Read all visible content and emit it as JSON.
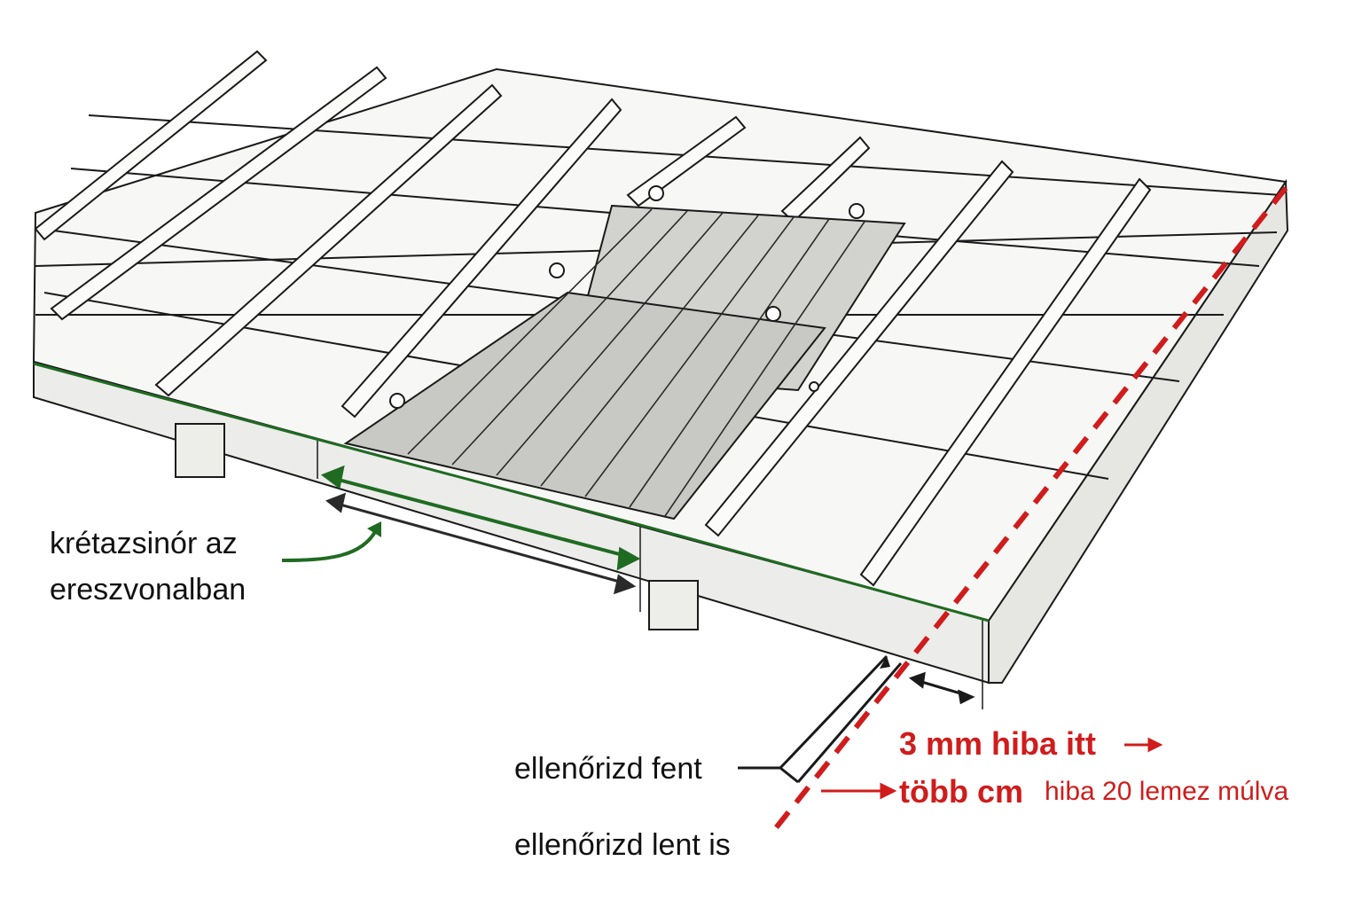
{
  "labels": {
    "chalk_line_line1": "krétazsinór az",
    "chalk_line_line2": "ereszvonalban",
    "check_top": "ellenőrizd fent",
    "check_bottom": "ellenőrizd lent is",
    "error_here": "3 mm hiba itt",
    "error_later_bold": "több cm",
    "error_later_rest": "hiba 20 lemez múlva"
  },
  "colors": {
    "ink": "#1a1a1a",
    "chalk_line": "#1f6b22",
    "error": "#d01c1c",
    "arrow_grey": "#444444"
  }
}
